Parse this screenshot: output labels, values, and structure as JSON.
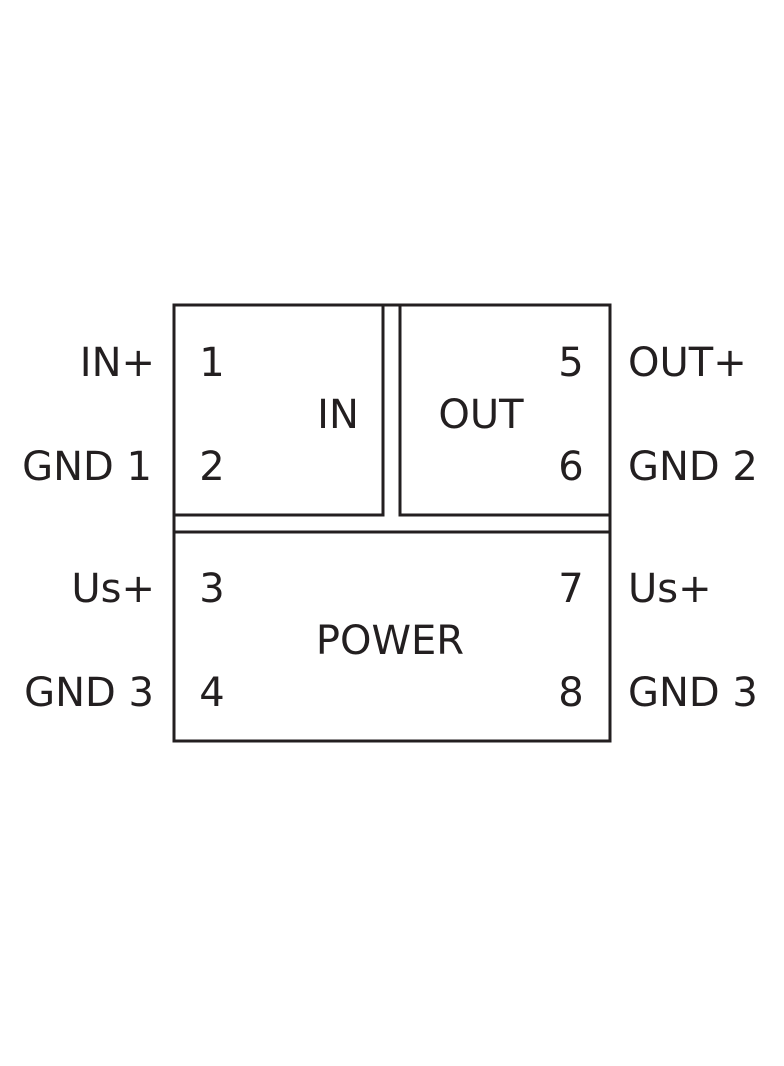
{
  "colors": {
    "ink": "#231f20",
    "background": "#ffffff"
  },
  "sections": {
    "in": "IN",
    "out": "OUT",
    "power": "POWER"
  },
  "left_pins": [
    {
      "number": "1",
      "label": "IN+"
    },
    {
      "number": "2",
      "label": "GND 1"
    },
    {
      "number": "3",
      "label": "Us+"
    },
    {
      "number": "4",
      "label": "GND 3"
    }
  ],
  "right_pins": [
    {
      "number": "5",
      "label": "OUT+"
    },
    {
      "number": "6",
      "label": "GND 2"
    },
    {
      "number": "7",
      "label": "Us+"
    },
    {
      "number": "8",
      "label": "GND 3"
    }
  ]
}
